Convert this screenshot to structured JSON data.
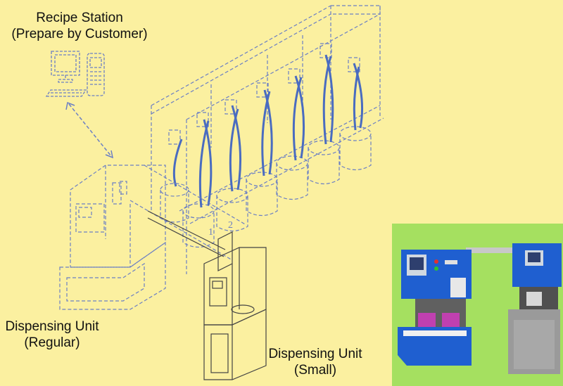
{
  "labels": {
    "recipe_station": [
      "Recipe Station",
      "(Prepare by Customer)"
    ],
    "dispensing_regular": [
      "Dispensing Unit",
      "(Regular)"
    ],
    "dispensing_small": [
      "Dispensing Unit",
      "(Small)"
    ]
  },
  "callouts": [
    "1",
    "2"
  ],
  "colors": {
    "background": "#fbf0a0",
    "line_art": "#6b7fc4",
    "hoses": "#4a6cc0",
    "photo_background": "#a5e060",
    "machine_blue": "#1f5fd0",
    "bucket_magenta": "#c040b0"
  },
  "icons": [
    "computer-monitor-icon",
    "keyboard-icon",
    "printer-icon",
    "bidirectional-arrow-icon"
  ]
}
